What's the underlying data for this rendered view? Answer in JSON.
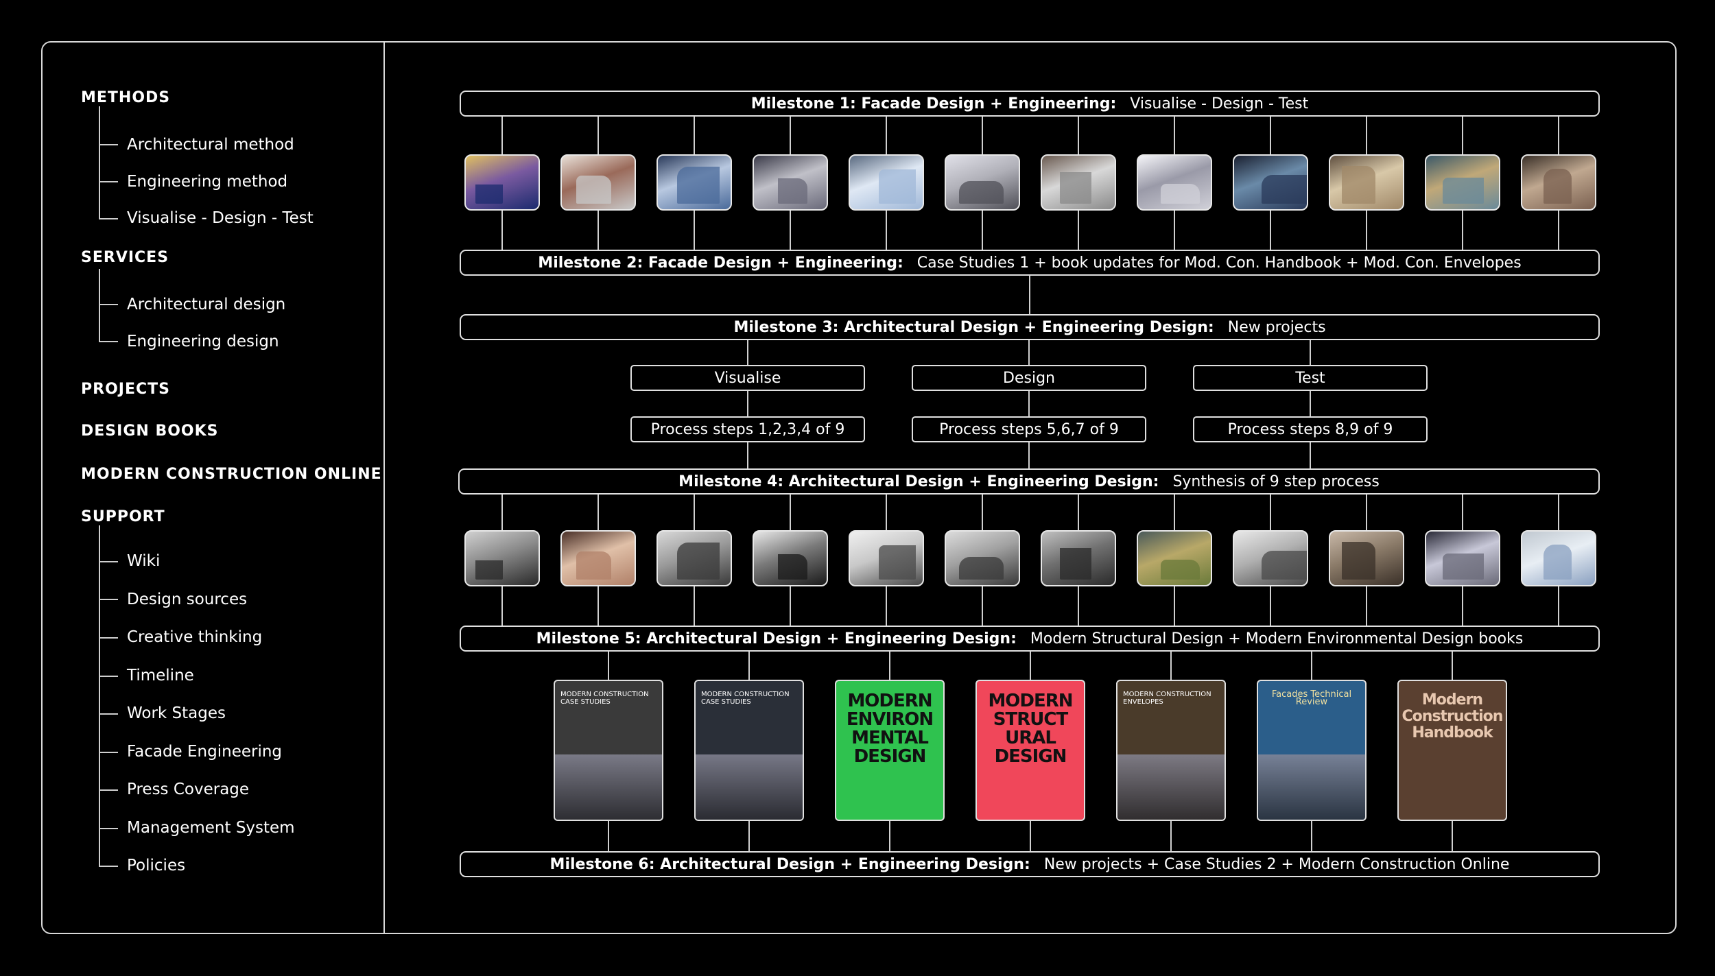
{
  "sidebar": {
    "sections": [
      {
        "title": "METHODS",
        "items": [
          "Architectural method",
          "Engineering method",
          "Visualise - Design - Test"
        ]
      },
      {
        "title": "SERVICES",
        "items": [
          "Architectural design",
          "Engineering design"
        ]
      },
      {
        "title": "PROJECTS",
        "items": []
      },
      {
        "title": "DESIGN BOOKS",
        "items": []
      },
      {
        "title": "MODERN CONSTRUCTION ONLINE",
        "items": []
      },
      {
        "title": "SUPPORT",
        "items": [
          "Wiki",
          "Design sources",
          "Creative thinking",
          "Timeline",
          "Work Stages",
          "Facade Engineering",
          "Press Coverage",
          "Management System",
          "Policies"
        ]
      }
    ]
  },
  "milestones": [
    {
      "label": "Milestone 1:   Facade Design + Engineering:",
      "text": "Visualise - Design - Test"
    },
    {
      "label": "Milestone 2:   Facade Design + Engineering:",
      "text": "Case Studies 1 + book updates for Mod. Con. Handbook + Mod. Con. Envelopes"
    },
    {
      "label": "Milestone 3:   Architectural Design + Engineering Design:",
      "text": "New projects"
    },
    {
      "label": "Milestone 4:   Architectural Design + Engineering Design:",
      "text": "Synthesis of 9 step process"
    },
    {
      "label": "Milestone 5:   Architectural Design + Engineering Design:",
      "text": "Modern Structural Design + Modern Environmental Design books"
    },
    {
      "label": "Milestone 6:   Architectural Design + Engineering Design:",
      "text": "New projects + Case Studies 2 + Modern Construction Online"
    }
  ],
  "phases": [
    {
      "name": "Visualise",
      "steps": "Process steps 1,2,3,4 of 9"
    },
    {
      "name": "Design",
      "steps": "Process steps 5,6,7 of 9"
    },
    {
      "name": "Test",
      "steps": "Process steps 8,9 of 9"
    }
  ],
  "books": [
    {
      "title": "MODERN CONSTRUCTION CASE STUDIES",
      "color": "#3a3a3a"
    },
    {
      "title": "MODERN CONSTRUCTION CASE STUDIES",
      "color": "#2a2f38"
    },
    {
      "title": "MODERN ENVIRON MENTAL DESIGN",
      "color": "#2fc24f"
    },
    {
      "title": "MODERN STRUCT URAL DESIGN",
      "color": "#f0475a"
    },
    {
      "title": "MODERN CONSTRUCTION ENVELOPES",
      "color": "#4a3b2a"
    },
    {
      "title": "Facades Technical Review",
      "color": "#2b5e8a"
    },
    {
      "title": "Modern Construction Handbook",
      "color": "#5a4030"
    }
  ]
}
